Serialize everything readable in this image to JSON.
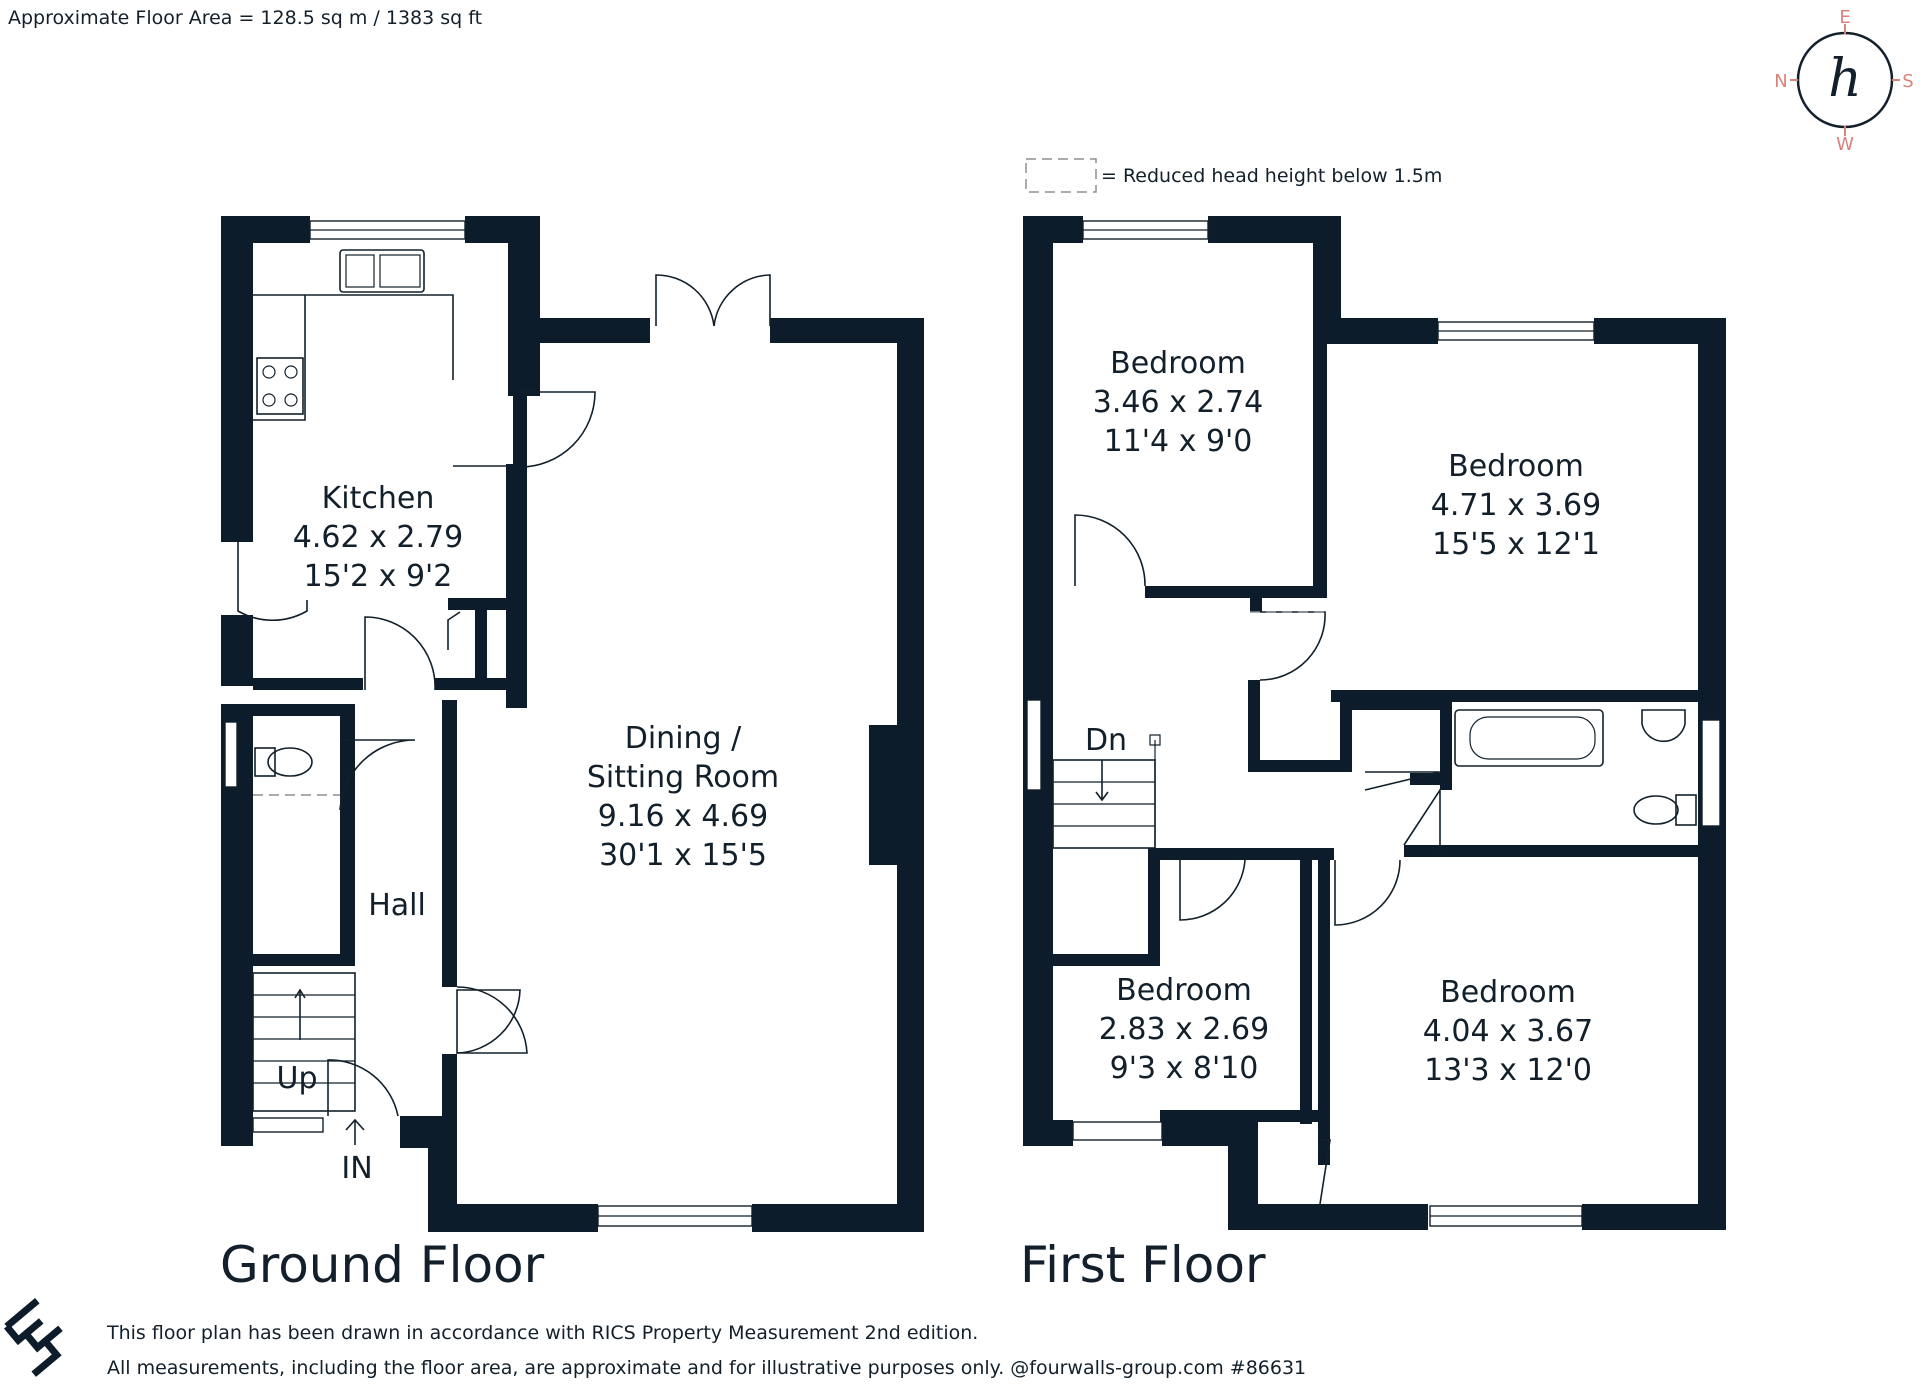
{
  "header": {
    "floor_area": "Approximate Floor Area = 128.5 sq m / 1383 sq ft"
  },
  "compass": {
    "top": "E",
    "left": "N",
    "right": "S",
    "bottom": "W",
    "logo_glyph": "h"
  },
  "legend": {
    "text": "= Reduced head height below 1.5m"
  },
  "ground_floor": {
    "title": "Ground Floor",
    "kitchen": {
      "name": "Kitchen",
      "metric": "4.62 x 2.79",
      "imperial": "15'2 x 9'2"
    },
    "dining": {
      "name_line1": "Dining /",
      "name_line2": "Sitting Room",
      "metric": "9.16 x 4.69",
      "imperial": "30'1 x 15'5"
    },
    "hall": "Hall",
    "up": "Up",
    "entrance": "IN"
  },
  "first_floor": {
    "title": "First Floor",
    "bedroom1": {
      "name": "Bedroom",
      "metric": "3.46 x 2.74",
      "imperial": "11'4 x 9'0"
    },
    "bedroom2": {
      "name": "Bedroom",
      "metric": "4.71 x 3.69",
      "imperial": "15'5 x 12'1"
    },
    "bedroom3": {
      "name": "Bedroom",
      "metric": "2.83 x 2.69",
      "imperial": "9'3 x 8'10"
    },
    "bedroom4": {
      "name": "Bedroom",
      "metric": "4.04 x 3.67",
      "imperial": "13'3 x 12'0"
    },
    "down": "Dn"
  },
  "footer": {
    "line1": "This floor plan has been drawn in accordance with RICS Property Measurement 2nd edition.",
    "line2": "All measurements, including the floor area, are approximate and for illustrative purposes only. @fourwalls-group.com #86631"
  },
  "colors": {
    "wall": "#0d1c2a",
    "compass_letters": "#d9827a",
    "text": "#13202b"
  }
}
